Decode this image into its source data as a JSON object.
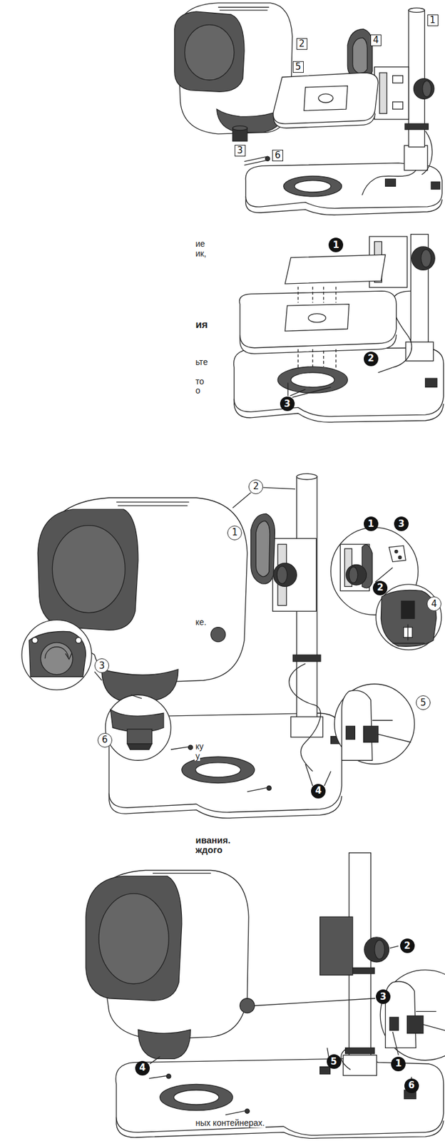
{
  "diagram": {
    "nodes": [
      {
        "text": [
          "1"
        ]
      },
      {
        "text": [
          "4"
        ]
      },
      {
        "text": [
          "2"
        ]
      },
      {
        "text": [
          "5"
        ]
      },
      {
        "text": [
          "3"
        ]
      },
      {
        "text": [
          "6"
        ]
      },
      {
        "text": [
          "1"
        ]
      },
      {
        "text": [
          "2"
        ]
      },
      {
        "text": [
          "3"
        ]
      },
      {
        "text": [
          "2"
        ]
      },
      {
        "text": [
          "1"
        ]
      },
      {
        "text": [
          "3"
        ]
      },
      {
        "text": [
          "1"
        ]
      },
      {
        "text": [
          "2"
        ]
      },
      {
        "text": [
          "4"
        ]
      },
      {
        "text": [
          "3"
        ]
      },
      {
        "text": [
          "5"
        ]
      },
      {
        "text": [
          "6"
        ]
      },
      {
        "text": [
          "4"
        ]
      },
      {
        "text": [
          "2"
        ]
      },
      {
        "text": [
          "3"
        ]
      },
      {
        "text": [
          "5"
        ]
      },
      {
        "text": [
          "1"
        ]
      },
      {
        "text": [
          "4"
        ]
      },
      {
        "text": [
          "6"
        ]
      }
    ],
    "labels": [
      "ие",
      "ик,",
      "ия",
      "ьте",
      "то",
      "о",
      "ке.",
      "ку",
      "у",
      "ивания.",
      "ждого",
      "ных контейнерах."
    ]
  }
}
